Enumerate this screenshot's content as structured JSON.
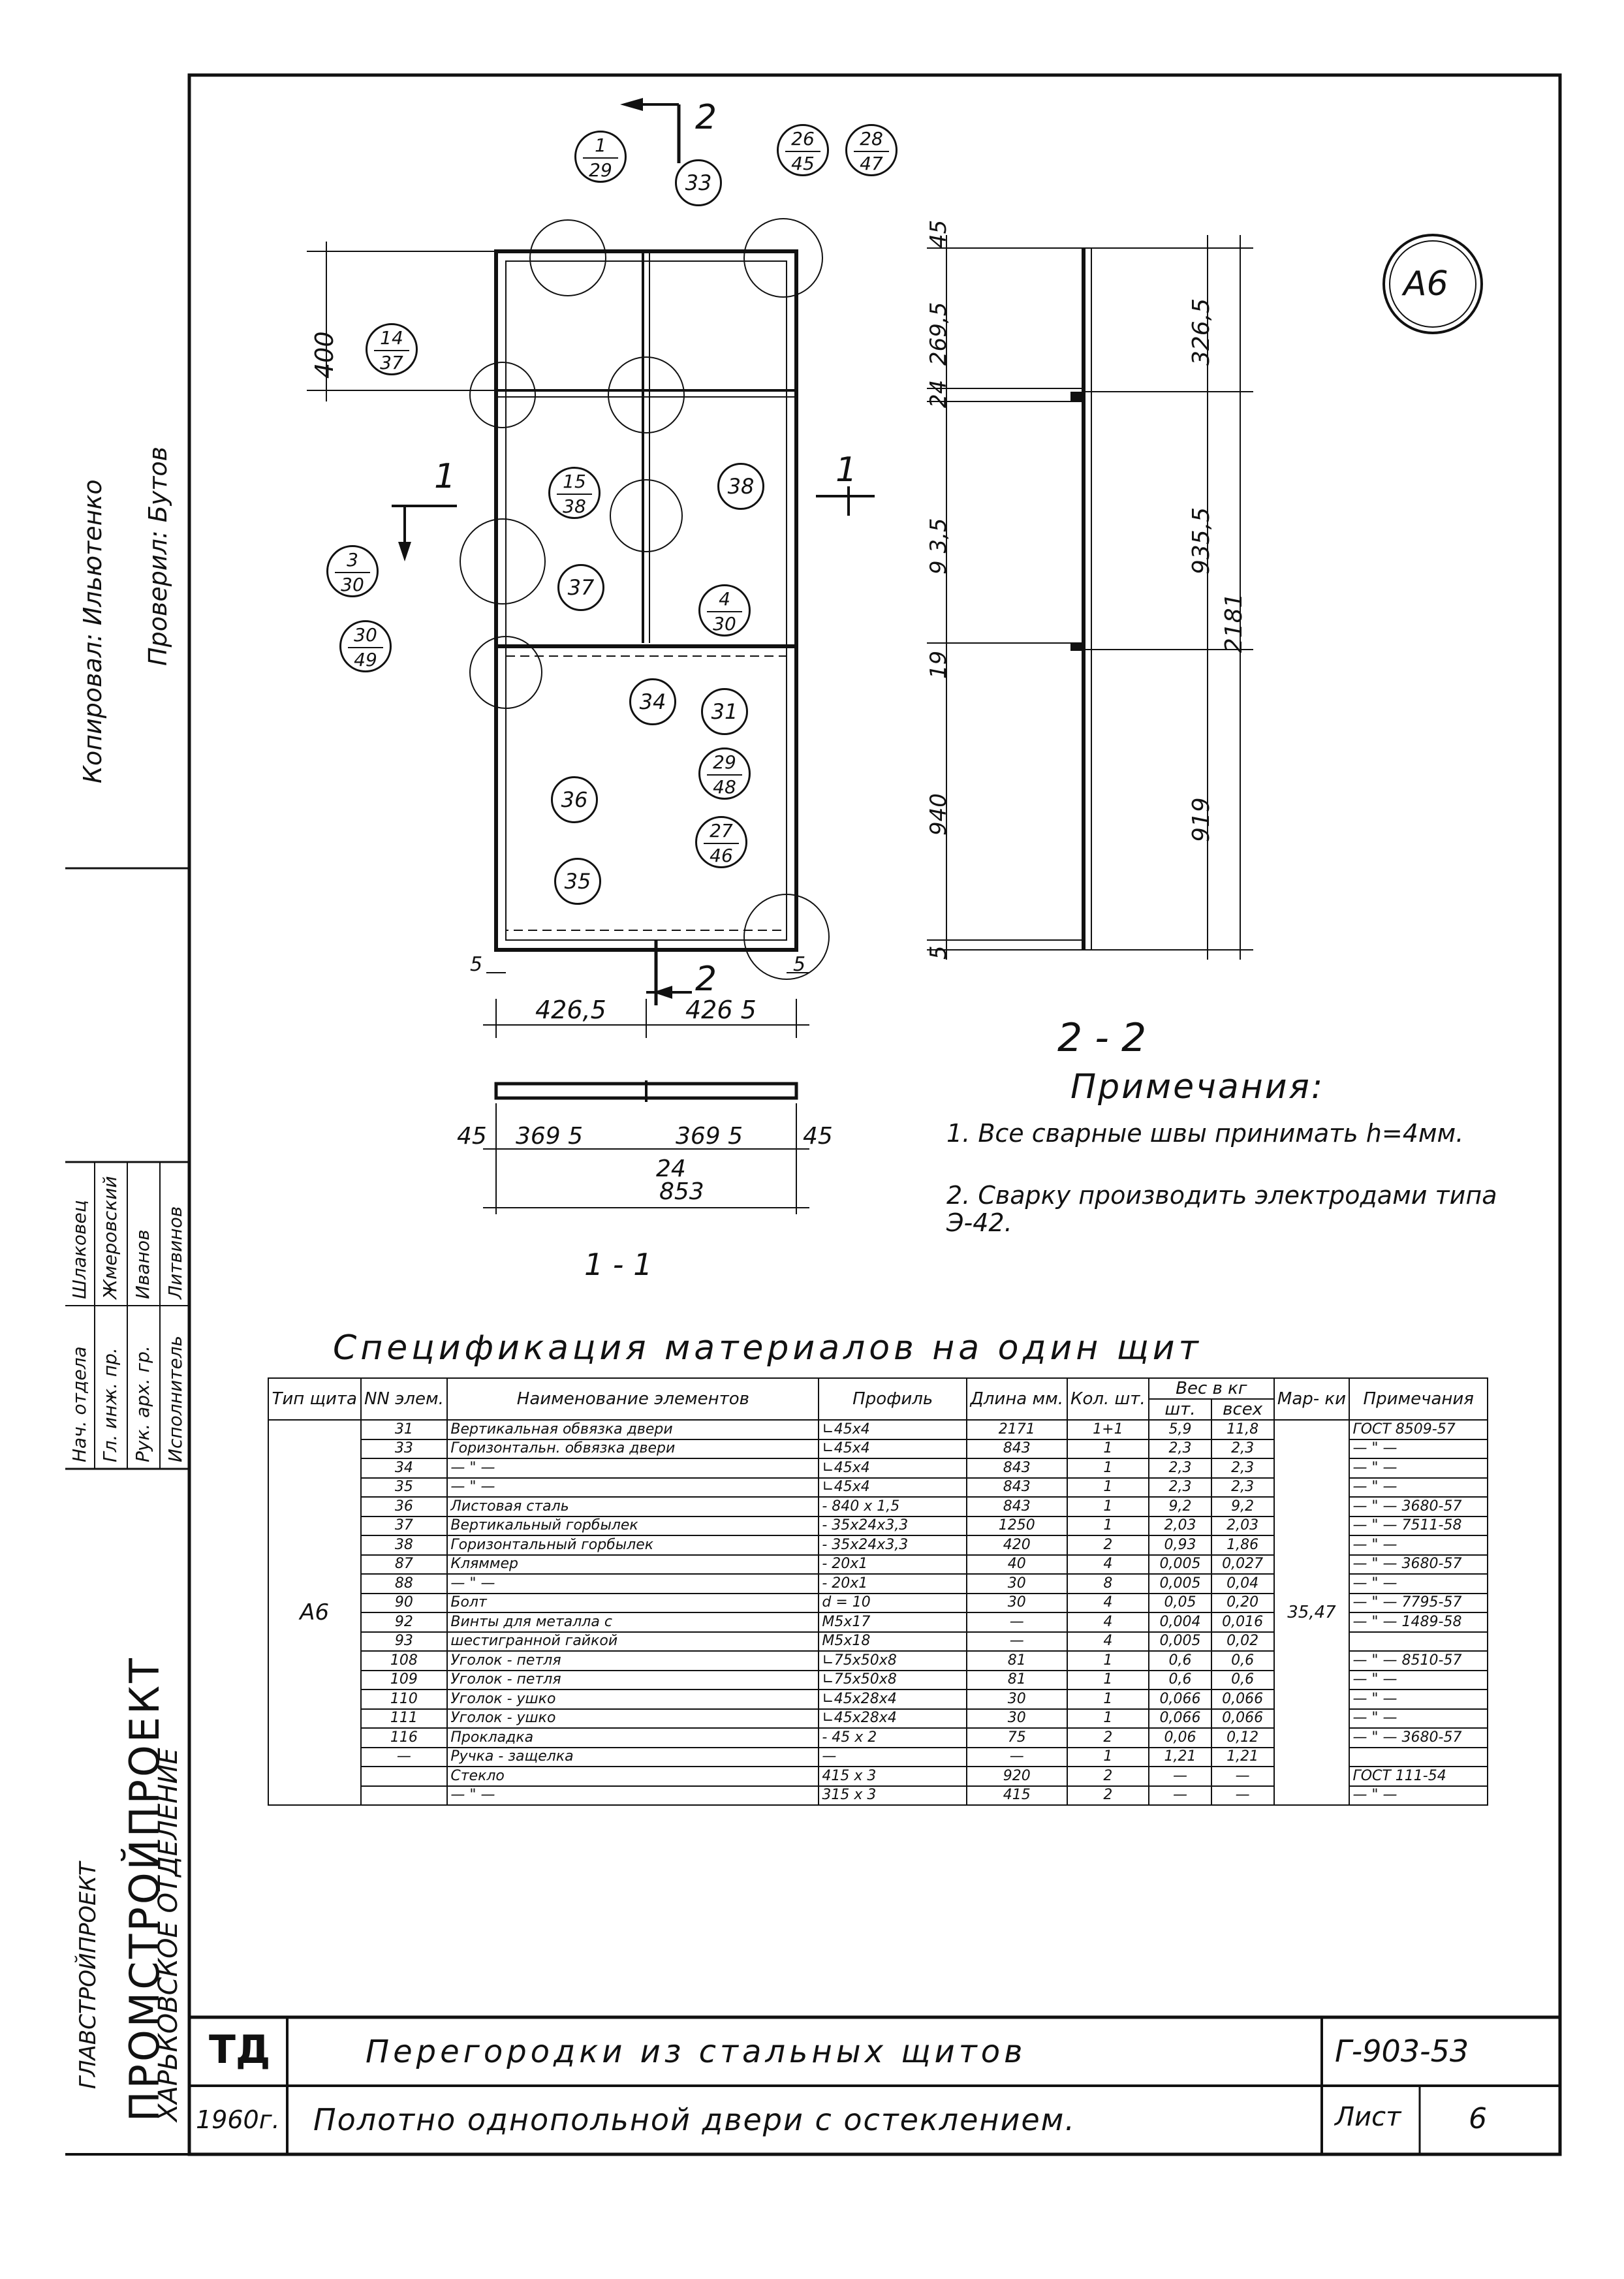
{
  "sidebar": {
    "org_name": "ПРОМСТРОЙПРОЕКТ",
    "org_parent": "ГЛАВСТРОЙПРОЕКТ",
    "org_dept": "ХАРЬКОВСКОЕ ОТДЕЛЕНИЕ",
    "copied_by": "Копировал: Ильютенко",
    "checked_by": "Проверил: Бутов",
    "sign_rows": [
      {
        "role": "Нач. отдела",
        "name": "Шлаковец"
      },
      {
        "role": "Гл. инж. пр.",
        "name": "Жмеровский"
      },
      {
        "role": "Рук. арх. гр.",
        "name": "Иванов"
      },
      {
        "role": "Исполнитель",
        "name": "Литвинов"
      }
    ]
  },
  "drawing": {
    "front_view": {
      "section_marks": [
        "1",
        "1",
        "2",
        "2"
      ],
      "dims": [
        "400",
        "5",
        "5",
        "426,5",
        "426 5"
      ],
      "callouts_single": [
        "33",
        "38",
        "37",
        "34",
        "31",
        "36",
        "35"
      ],
      "callouts_fraction": [
        {
          "top": "1",
          "bottom": "29"
        },
        {
          "top": "26",
          "bottom": "45"
        },
        {
          "top": "28",
          "bottom": "47"
        },
        {
          "top": "14",
          "bottom": "37"
        },
        {
          "top": "15",
          "bottom": "38"
        },
        {
          "top": "3",
          "bottom": "30"
        },
        {
          "top": "4",
          "bottom": "30"
        },
        {
          "top": "30",
          "bottom": "49"
        },
        {
          "top": "29",
          "bottom": "48"
        },
        {
          "top": "27",
          "bottom": "46"
        }
      ]
    },
    "section_1_1": {
      "label": "1 - 1",
      "dims": [
        "45",
        "369 5",
        "24",
        "369 5",
        "45",
        "853"
      ]
    },
    "section_2_2": {
      "label": "2 - 2",
      "dims_left": [
        "45",
        "269,5",
        "24",
        "9 3,5",
        "19",
        "940",
        "5"
      ],
      "dims_right": [
        "326,5",
        "935,5",
        "919",
        "2181"
      ]
    },
    "type_badge": "А6"
  },
  "notes": {
    "title": "Примечания:",
    "items": [
      "1. Все сварные швы принимать h=4мм.",
      "2. Сварку производить электродами типа Э-42."
    ]
  },
  "spec": {
    "title": "Спецификация материалов на один щит",
    "headers": {
      "type": "Тип щита",
      "num": "NN элем.",
      "name": "Наименование элементов",
      "profile": "Профиль",
      "length": "Длина мм.",
      "qty": "Кол. шт.",
      "weight": "Вес в кг",
      "w_each": "шт.",
      "w_all": "всех",
      "mark": "Мар- ки",
      "notes": "Примечания"
    },
    "type_value": "А6",
    "mark_value": "35,47",
    "rows": [
      {
        "num": "31",
        "name": "Вертикальная обвязка двери",
        "profile": "∟45х4",
        "length": "2171",
        "qty": "1+1",
        "w1": "5,9",
        "w2": "11,8",
        "note": "ГОСТ 8509-57"
      },
      {
        "num": "33",
        "name": "Горизонтальн. обвязка двери",
        "profile": "∟45х4",
        "length": "843",
        "qty": "1",
        "w1": "2,3",
        "w2": "2,3",
        "note": "— \" —"
      },
      {
        "num": "34",
        "name": "— \" —",
        "profile": "∟45х4",
        "length": "843",
        "qty": "1",
        "w1": "2,3",
        "w2": "2,3",
        "note": "— \" —"
      },
      {
        "num": "35",
        "name": "— \" —",
        "profile": "∟45х4",
        "length": "843",
        "qty": "1",
        "w1": "2,3",
        "w2": "2,3",
        "note": "— \" —"
      },
      {
        "num": "36",
        "name": "Листовая сталь",
        "profile": "- 840 х 1,5",
        "length": "843",
        "qty": "1",
        "w1": "9,2",
        "w2": "9,2",
        "note": "— \" — 3680-57"
      },
      {
        "num": "37",
        "name": "Вертикальный горбылек",
        "profile": "- 35х24х3,3",
        "length": "1250",
        "qty": "1",
        "w1": "2,03",
        "w2": "2,03",
        "note": "— \" — 7511-58"
      },
      {
        "num": "38",
        "name": "Горизонтальный горбылек",
        "profile": "- 35х24х3,3",
        "length": "420",
        "qty": "2",
        "w1": "0,93",
        "w2": "1,86",
        "note": "— \" —"
      },
      {
        "num": "87",
        "name": "Кляммер",
        "profile": "- 20х1",
        "length": "40",
        "qty": "4",
        "w1": "0,005",
        "w2": "0,027",
        "note": "— \" — 3680-57"
      },
      {
        "num": "88",
        "name": "— \" —",
        "profile": "- 20х1",
        "length": "30",
        "qty": "8",
        "w1": "0,005",
        "w2": "0,04",
        "note": "— \" —"
      },
      {
        "num": "90",
        "name": "Болт",
        "profile": "d = 10",
        "length": "30",
        "qty": "4",
        "w1": "0,05",
        "w2": "0,20",
        "note": "— \" — 7795-57"
      },
      {
        "num": "92",
        "name": "Винты для металла с",
        "profile": "М5х17",
        "length": "—",
        "qty": "4",
        "w1": "0,004",
        "w2": "0,016",
        "note": "— \" — 1489-58"
      },
      {
        "num": "93",
        "name": "шестигранной гайкой",
        "profile": "М5х18",
        "length": "—",
        "qty": "4",
        "w1": "0,005",
        "w2": "0,02",
        "note": ""
      },
      {
        "num": "108",
        "name": "Уголок - петля",
        "profile": "∟75х50х8",
        "length": "81",
        "qty": "1",
        "w1": "0,6",
        "w2": "0,6",
        "note": "— \" — 8510-57"
      },
      {
        "num": "109",
        "name": "Уголок - петля",
        "profile": "∟75х50х8",
        "length": "81",
        "qty": "1",
        "w1": "0,6",
        "w2": "0,6",
        "note": "— \" —"
      },
      {
        "num": "110",
        "name": "Уголок - ушко",
        "profile": "∟45х28х4",
        "length": "30",
        "qty": "1",
        "w1": "0,066",
        "w2": "0,066",
        "note": "— \" —"
      },
      {
        "num": "111",
        "name": "Уголок - ушко",
        "profile": "∟45х28х4",
        "length": "30",
        "qty": "1",
        "w1": "0,066",
        "w2": "0,066",
        "note": "— \" —"
      },
      {
        "num": "116",
        "name": "Прокладка",
        "profile": "- 45 х 2",
        "length": "75",
        "qty": "2",
        "w1": "0,06",
        "w2": "0,12",
        "note": "— \" — 3680-57"
      },
      {
        "num": "—",
        "name": "Ручка - защелка",
        "profile": "—",
        "length": "—",
        "qty": "1",
        "w1": "1,21",
        "w2": "1,21",
        "note": ""
      },
      {
        "num": "",
        "name": "Стекло",
        "profile": "415 х 3",
        "length": "920",
        "qty": "2",
        "w1": "—",
        "w2": "—",
        "note": "ГОСТ 111-54"
      },
      {
        "num": "",
        "name": "— \" —",
        "profile": "315 х 3",
        "length": "415",
        "qty": "2",
        "w1": "—",
        "w2": "—",
        "note": "— \" —"
      }
    ]
  },
  "title_block": {
    "logo": "ТД",
    "year": "1960г.",
    "title_line1": "Перегородки из стальных щитов",
    "title_line2": "Полотно однопольной двери с остеклением.",
    "code": "Г-903-53",
    "sheet_label": "Лист",
    "sheet_number": "6"
  }
}
